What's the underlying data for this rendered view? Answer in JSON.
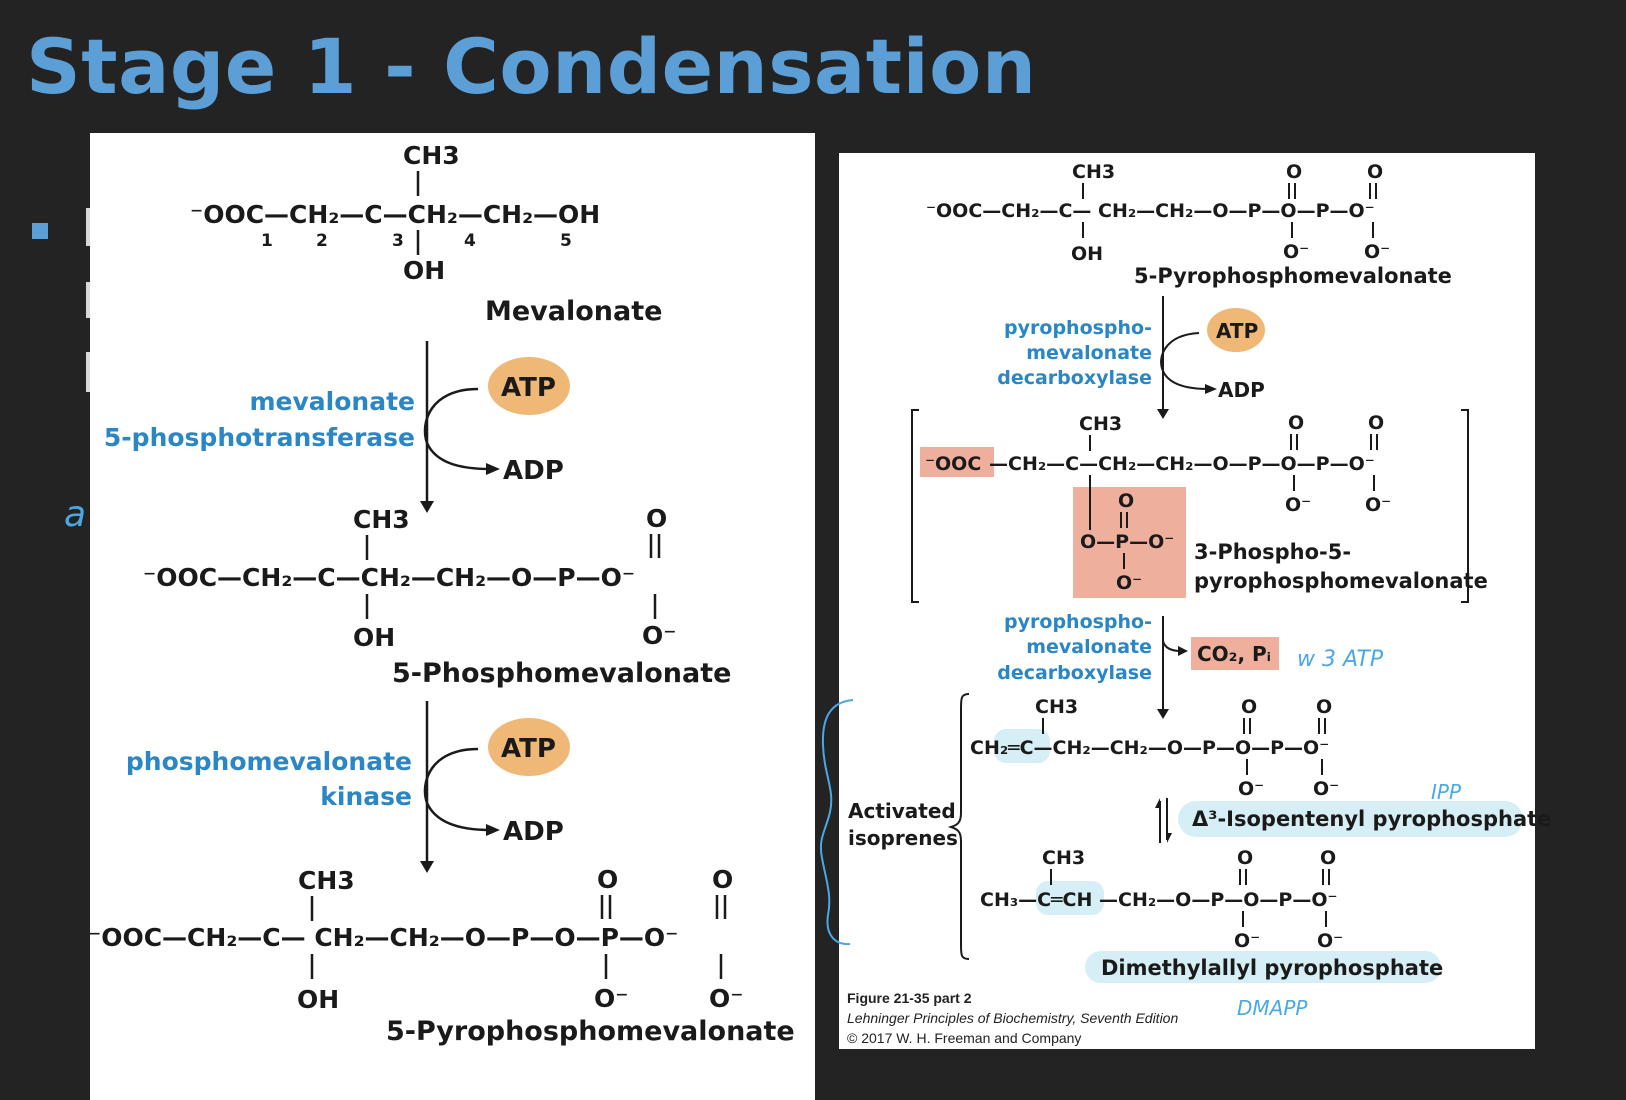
{
  "slide": {
    "title": "Stage 1 - Condensation"
  },
  "left_panel": {
    "mevalonate": {
      "top": "CH3",
      "chain": "⁻OOC—CH₂—C—CH₂—CH₂—OH",
      "n1": "1",
      "n2": "2",
      "n3": "3",
      "n4": "4",
      "n5": "5",
      "oh": "OH",
      "name": "Mevalonate"
    },
    "step1": {
      "enzyme_line1": "mevalonate",
      "enzyme_line2": "5-phosphotransferase",
      "atp": "ATP",
      "adp": "ADP"
    },
    "phosphomevalonate": {
      "top": "CH3",
      "o_top": "O",
      "chain": "⁻OOC—CH₂—C—CH₂—CH₂—O—P—O⁻",
      "oh": "OH",
      "o_bottom": "O⁻",
      "name": "5-Phosphomevalonate"
    },
    "step2": {
      "enzyme_line1": "phosphomevalonate",
      "enzyme_line2": "kinase",
      "atp": "ATP",
      "adp": "ADP"
    },
    "pyrophosphomevalonate": {
      "top": "CH3",
      "o_top1": "O",
      "o_top2": "O",
      "chain": "⁻OOC—CH₂—C— CH₂—CH₂—O—P—O—P—O⁻",
      "oh": "OH",
      "o_bottom1": "O⁻",
      "o_bottom2": "O⁻",
      "name": "5-Pyrophosphomevalonate"
    }
  },
  "right_panel": {
    "pyro": {
      "top": "CH3",
      "o1": "O",
      "o2": "O",
      "chain": "⁻OOC—CH₂—C— CH₂—CH₂—O—P—O—P—O⁻",
      "oh": "OH",
      "ob1": "O⁻",
      "ob2": "O⁻",
      "name": "5-Pyrophosphomevalonate"
    },
    "step3": {
      "enzyme_line1": "pyrophospho-",
      "enzyme_line2": "mevalonate",
      "enzyme_line3": "decarboxylase",
      "atp": "ATP",
      "adp": "ADP"
    },
    "phospho_pyro": {
      "top": "CH3",
      "o1": "O",
      "o2": "O",
      "ooc": "⁻OOC",
      "chain": "—CH₂—C—CH₂—CH₂—O—P—O—P—O⁻",
      "ob1": "O⁻",
      "ob2": "O⁻",
      "p_o_top": "O",
      "p_row": "O—P—O⁻",
      "p_o_bottom": "O⁻",
      "name_line1": "3-Phospho-5-",
      "name_line2": "pyrophosphomevalonate"
    },
    "step4": {
      "enzyme_line1": "pyrophospho-",
      "enzyme_line2": "mevalonate",
      "enzyme_line3": "decarboxylase",
      "products": "CO₂, Pᵢ"
    },
    "activated_label_line1": "Activated",
    "activated_label_line2": "isoprenes",
    "ipp": {
      "top": "CH3",
      "o1": "O",
      "o2": "O",
      "chain": "CH₂═C—CH₂—CH₂—O—P—O—P—O⁻",
      "ob1": "O⁻",
      "ob2": "O⁻",
      "name": "Δ³-Isopentenyl pyrophosphate"
    },
    "dmapp": {
      "top": "CH3",
      "o1": "O",
      "o2": "O",
      "chain": "CH₃—C═CH —CH₂—O—P—O—P—O⁻",
      "ob1": "O⁻",
      "ob2": "O⁻",
      "name": "Dimethylallyl pyrophosphate"
    },
    "caption": {
      "fig": "Figure 21-35 part 2",
      "book": "Lehninger Principles of Biochemistry, Seventh Edition",
      "copyright": "© 2017 W. H. Freeman and Company"
    }
  },
  "handwriting": {
    "atp_note": "w 3 ATP",
    "ipp": "IPP",
    "dmapp": "DMAPP",
    "a": "a"
  },
  "colors": {
    "title": "#5b9fd6",
    "enzyme": "#2a86c5",
    "atp_fill": "#f0b877",
    "highlight_red": "#eeb09c",
    "highlight_cyan": "#d6eef5",
    "handwriting": "#4aa8e6"
  }
}
